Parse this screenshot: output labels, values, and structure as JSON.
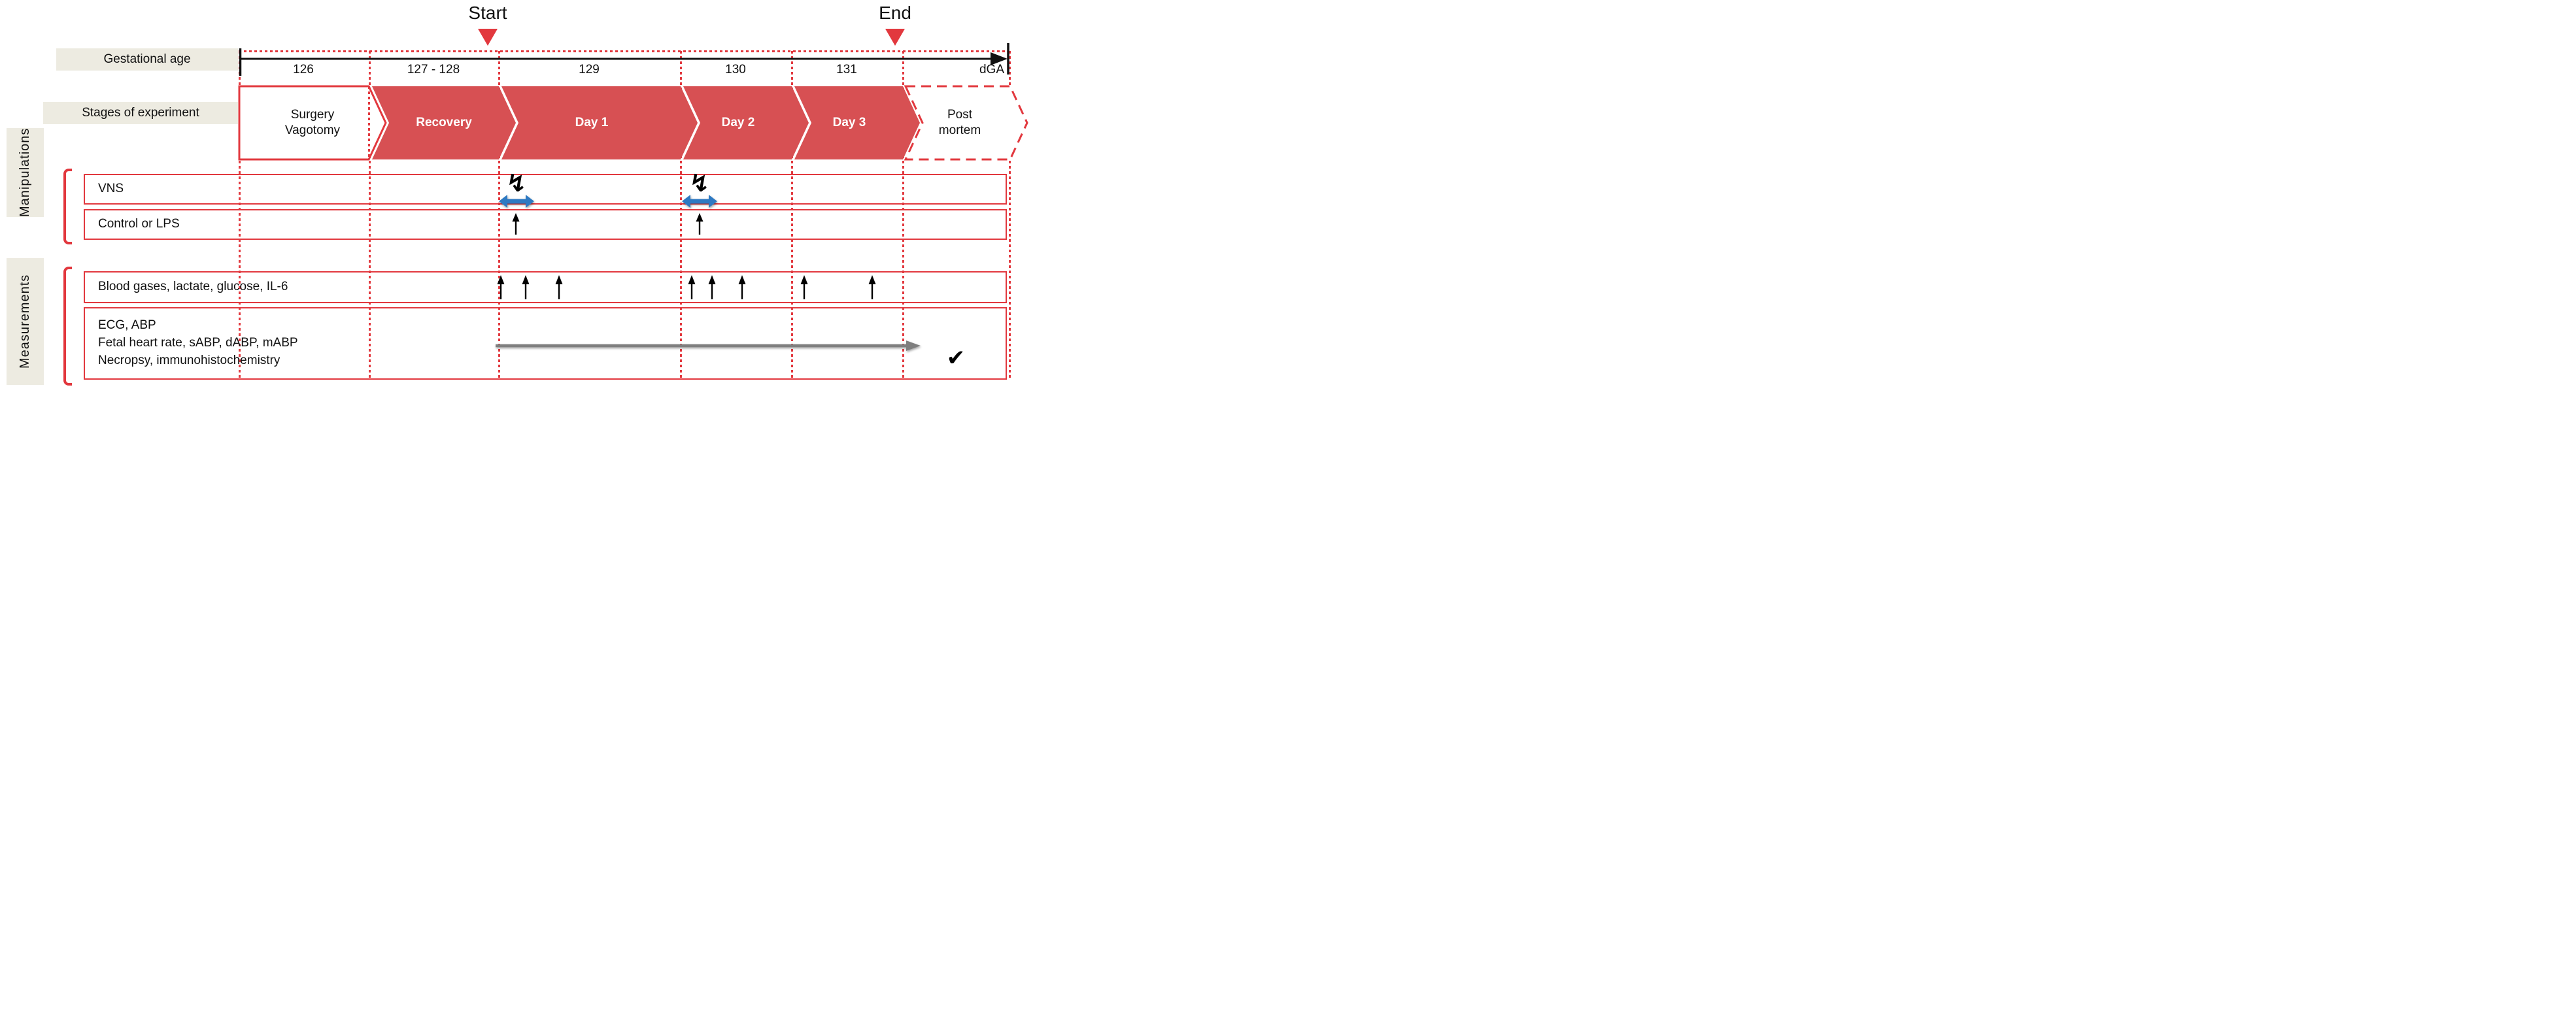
{
  "markers": {
    "start_label": "Start",
    "end_label": "End"
  },
  "timeline": {
    "row_label": "Gestational age",
    "unit_label": "dGA",
    "ages": [
      "126",
      "127 - 128",
      "129",
      "130",
      "131"
    ]
  },
  "stages": {
    "row_label": "Stages of experiment",
    "items": [
      {
        "name": "surgery",
        "style": "outlined",
        "lines": [
          "Surgery",
          "Vagotomy"
        ]
      },
      {
        "name": "recovery",
        "style": "filled",
        "lines": [
          "Recovery"
        ]
      },
      {
        "name": "day1",
        "style": "filled",
        "lines": [
          "Day 1"
        ]
      },
      {
        "name": "day2",
        "style": "filled",
        "lines": [
          "Day 2"
        ]
      },
      {
        "name": "day3",
        "style": "filled",
        "lines": [
          "Day 3"
        ]
      },
      {
        "name": "postmortem",
        "style": "dashed",
        "lines": [
          "Post",
          "mortem"
        ]
      }
    ]
  },
  "manipulations": {
    "section_label": "Manipulations",
    "rows": [
      {
        "label": "VNS"
      },
      {
        "label": "Control or LPS"
      }
    ],
    "vns_stimulation_count": 2,
    "injection_count": 2
  },
  "measurements": {
    "section_label": "Measurements",
    "rows": [
      {
        "label": "Blood gases, lactate, glucose, IL-6"
      },
      {
        "lines": [
          "ECG, ABP",
          "Fetal heart rate, sABP, dABP, mABP",
          "Necropsy, immunohistochemistry"
        ]
      }
    ],
    "blood_sampling_arrows": {
      "day1": 3,
      "day2": 3,
      "day3": 2
    }
  },
  "icons": {
    "lightning_glyph": "↯",
    "check_glyph": "✔"
  },
  "colors": {
    "red_line": "#e2383e",
    "red_fill": "#d75053",
    "beige": "#edebe1",
    "blue": "#2e79c2",
    "gray": "#7f7f7f",
    "black": "#111111"
  }
}
